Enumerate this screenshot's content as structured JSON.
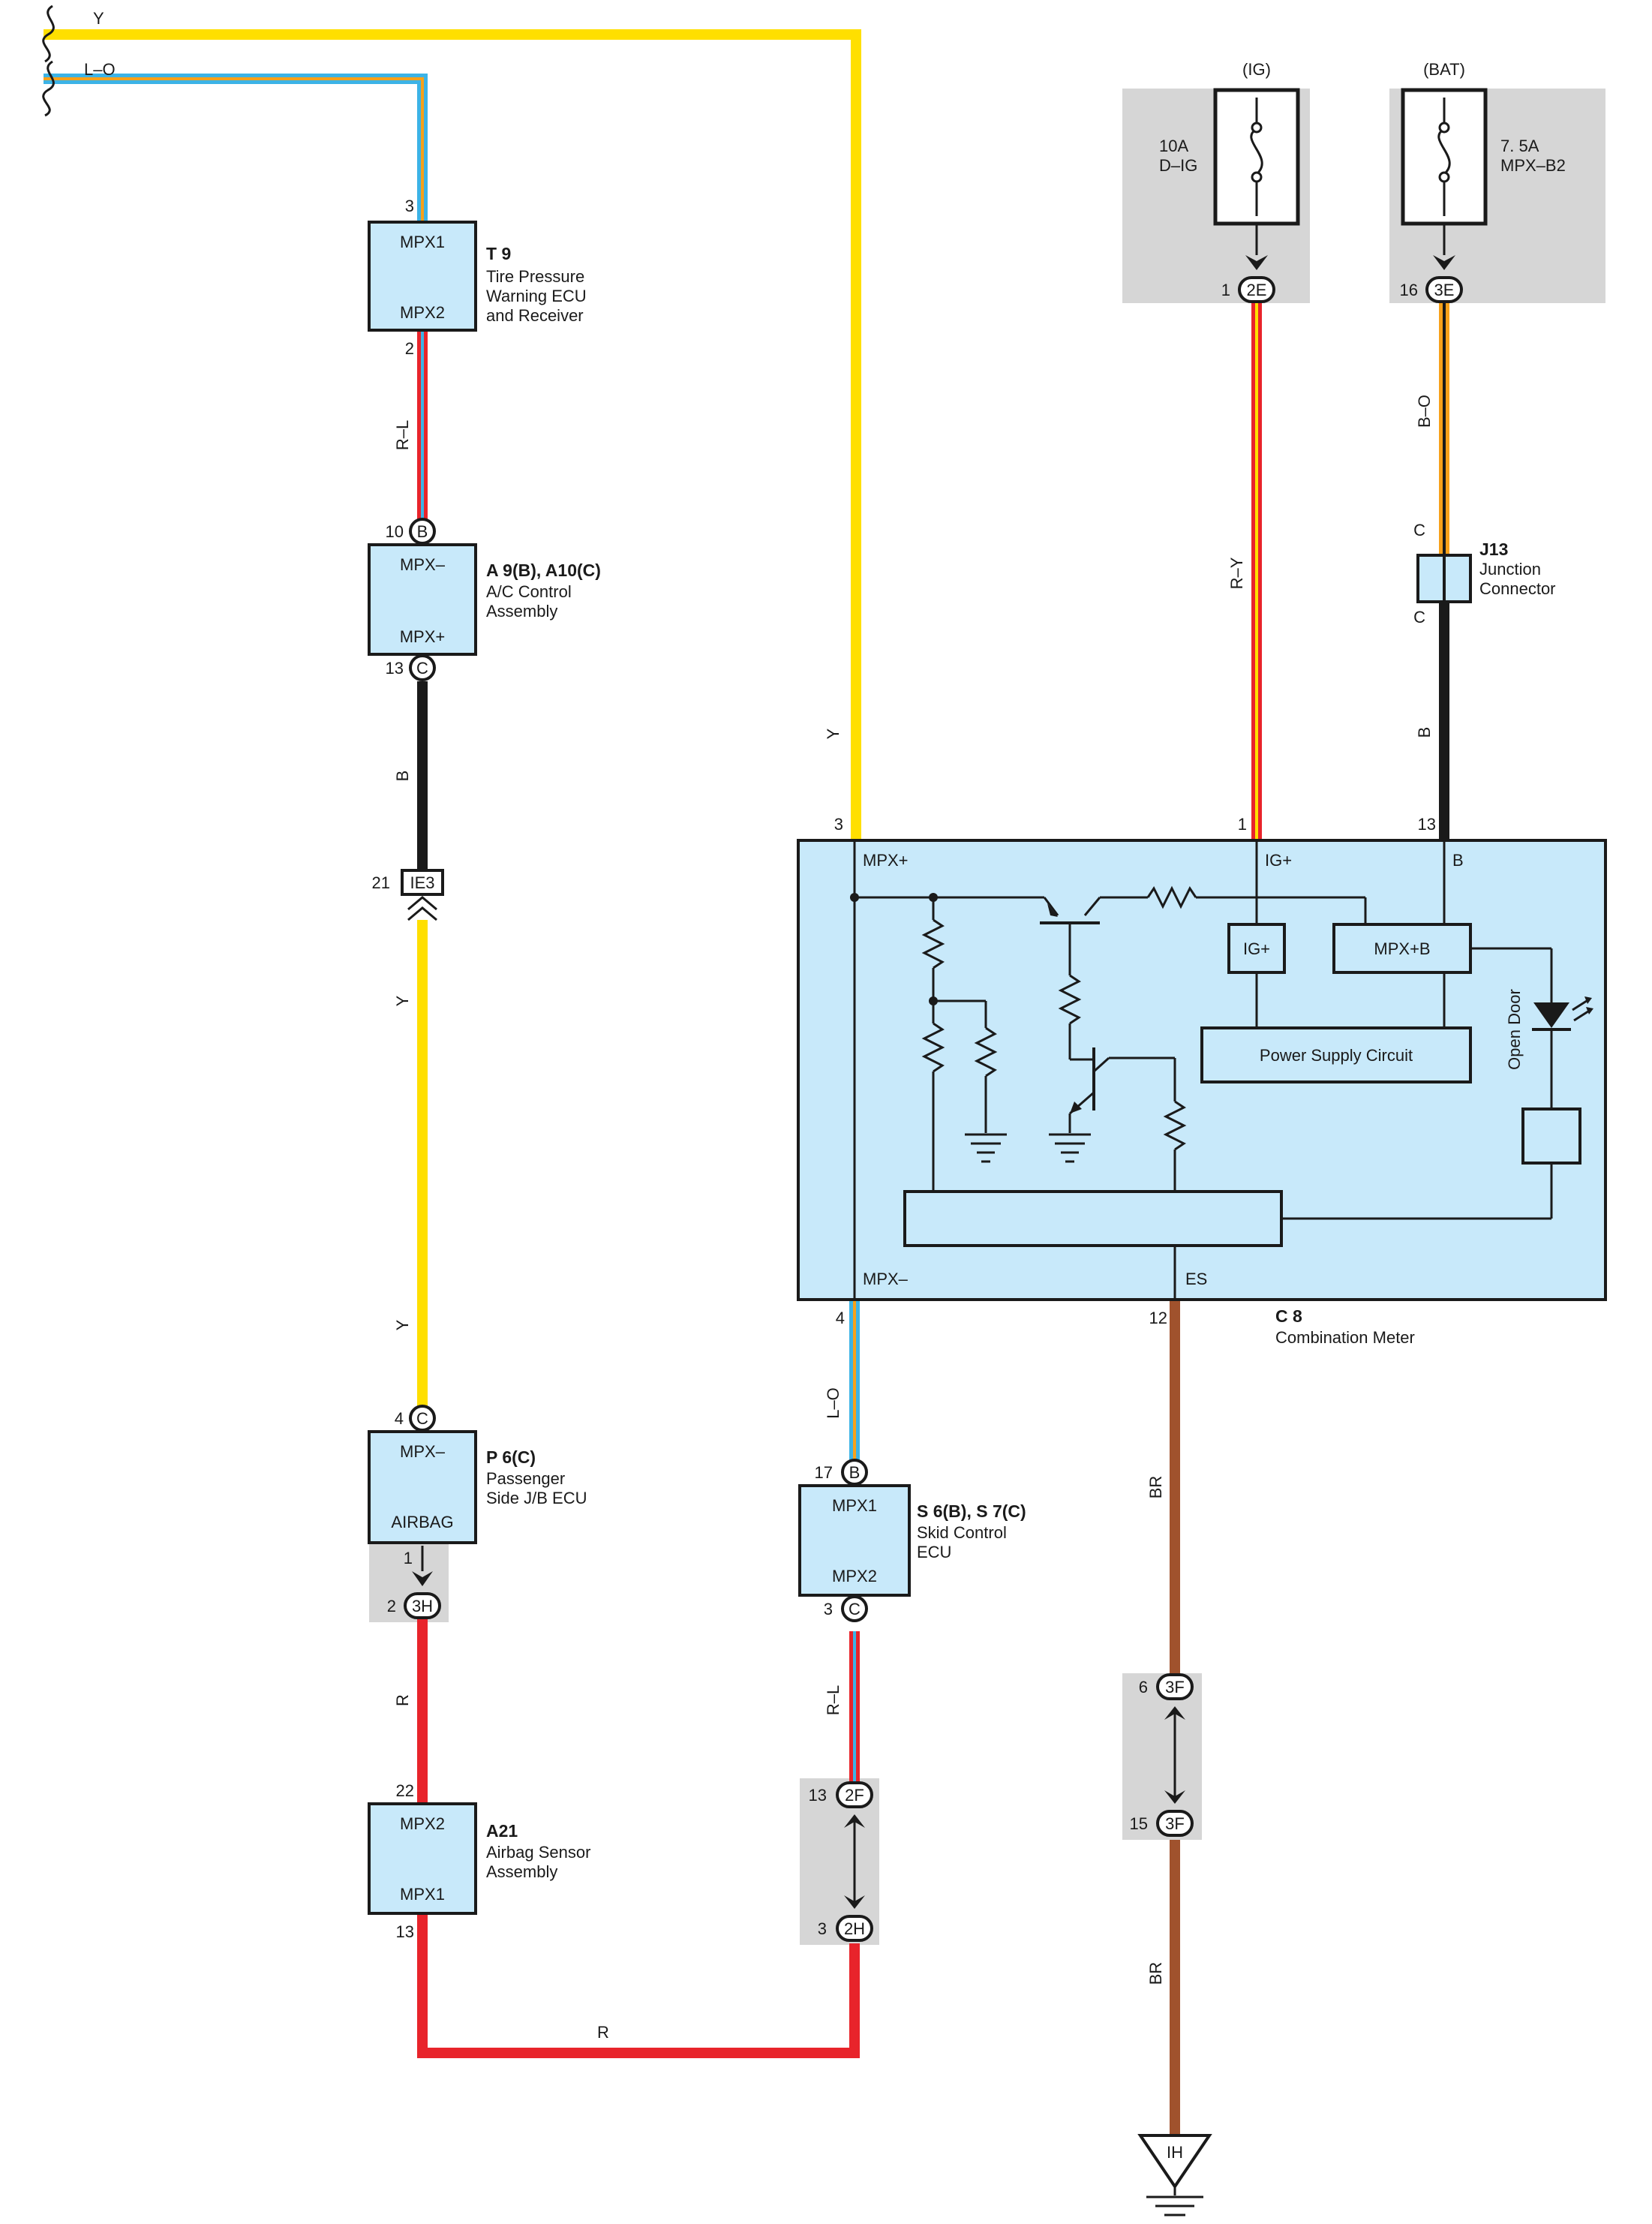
{
  "wires": {
    "y_top": "Y",
    "lo_top": "L–O",
    "rl_1": "R–L",
    "b_1": "B",
    "y_1": "Y",
    "y_2": "Y",
    "y_3": "Y",
    "r_1": "R",
    "r_2": "R",
    "lo_2": "L–O",
    "rl_2": "R–L",
    "ry": "R–Y",
    "bo": "B–O",
    "b_2": "B",
    "br_1": "BR",
    "br_2": "BR"
  },
  "fuses": {
    "ig": {
      "header": "(IG)",
      "rating": "10A",
      "name": "D–IG"
    },
    "bat": {
      "header": "(BAT)",
      "rating": "7. 5A",
      "name": "MPX–B2"
    }
  },
  "components": {
    "t9": {
      "id": "T 9",
      "desc1": "Tire Pressure",
      "desc2": "Warning ECU",
      "desc3": "and Receiver",
      "pin_a": "MPX1",
      "pin_b": "MPX2",
      "num_top": "3",
      "num_bot": "2"
    },
    "a9": {
      "id": "A 9(B), A10(C)",
      "desc1": "A/C Control",
      "desc2": "Assembly",
      "pin_a": "MPX–",
      "pin_b": "MPX+",
      "num_top": "10",
      "conn_top": "B",
      "num_bot": "13",
      "conn_bot": "C"
    },
    "p6": {
      "id": "P 6(C)",
      "desc1": "Passenger",
      "desc2": "Side J/B ECU",
      "pin_a": "MPX–",
      "pin_b": "AIRBAG",
      "num_top": "4",
      "conn_top": "C"
    },
    "a21": {
      "id": "A21",
      "desc1": "Airbag Sensor",
      "desc2": "Assembly",
      "pin_a": "MPX2",
      "pin_b": "MPX1",
      "num_top": "22",
      "num_bot": "13"
    },
    "s6": {
      "id": "S 6(B), S 7(C)",
      "desc1": "Skid Control",
      "desc2": "ECU",
      "pin_a": "MPX1",
      "pin_b": "MPX2",
      "num_top": "17",
      "conn_top": "B",
      "num_bot": "3",
      "conn_bot": "C"
    },
    "j13": {
      "id": "J13",
      "desc1": "Junction",
      "desc2": "Connector",
      "pin_top": "C",
      "pin_bot": "C"
    },
    "c8": {
      "id": "C 8",
      "desc1": "Combination Meter",
      "mpx_plus": "MPX+",
      "ig_plus": "IG+",
      "b": "B",
      "mpx_minus": "MPX–",
      "es": "ES",
      "num_mpx_plus": "3",
      "num_ig": "1",
      "num_b": "13",
      "num_mpx_minus": "4",
      "num_es": "12",
      "box_ig": "IG+",
      "box_mpxb": "MPX+B",
      "power_supply": "Power Supply Circuit",
      "open_door": "Open Door"
    }
  },
  "junctions": {
    "ie3": {
      "label": "IE3",
      "num": "21"
    },
    "p6_3h": {
      "label": "3H",
      "num_a": "1",
      "num_b": "2"
    },
    "j2f": {
      "label": "2F",
      "num": "13"
    },
    "j2h": {
      "label": "2H",
      "num": "3"
    },
    "j2e": {
      "label": "2E",
      "num": "1"
    },
    "j3e": {
      "label": "3E",
      "num": "16"
    },
    "j3f_a": {
      "label": "3F",
      "num": "6"
    },
    "j3f_b": {
      "label": "3F",
      "num": "15"
    },
    "ground": {
      "label": "IH"
    }
  },
  "colors": {
    "yellow": "#ffdf00",
    "blue": "#3cb3e6",
    "orange": "#f7a11a",
    "red": "#e8242b",
    "black": "#1a1a1a",
    "brown": "#a0522d",
    "component_fill": "#c8e9fa",
    "shade": "#d6d6d6"
  },
  "icons": [
    "fuse-icon",
    "ground-icon",
    "led-icon",
    "resistor-icon",
    "transistor-icon",
    "connector-arrow-icon"
  ]
}
